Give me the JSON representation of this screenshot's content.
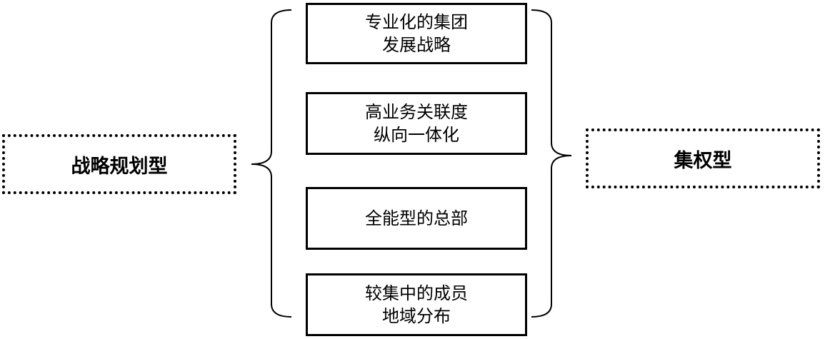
{
  "left_box": {
    "label": "战略规划型"
  },
  "right_box": {
    "label": "集权型"
  },
  "items": [
    {
      "line1": "专业化的集团",
      "line2": "发展战略"
    },
    {
      "line1": "高业务关联度",
      "line2": "纵向一体化"
    },
    {
      "line1": "全能型的总部",
      "line2": ""
    },
    {
      "line1": "较集中的成员",
      "line2": "地域分布"
    }
  ]
}
